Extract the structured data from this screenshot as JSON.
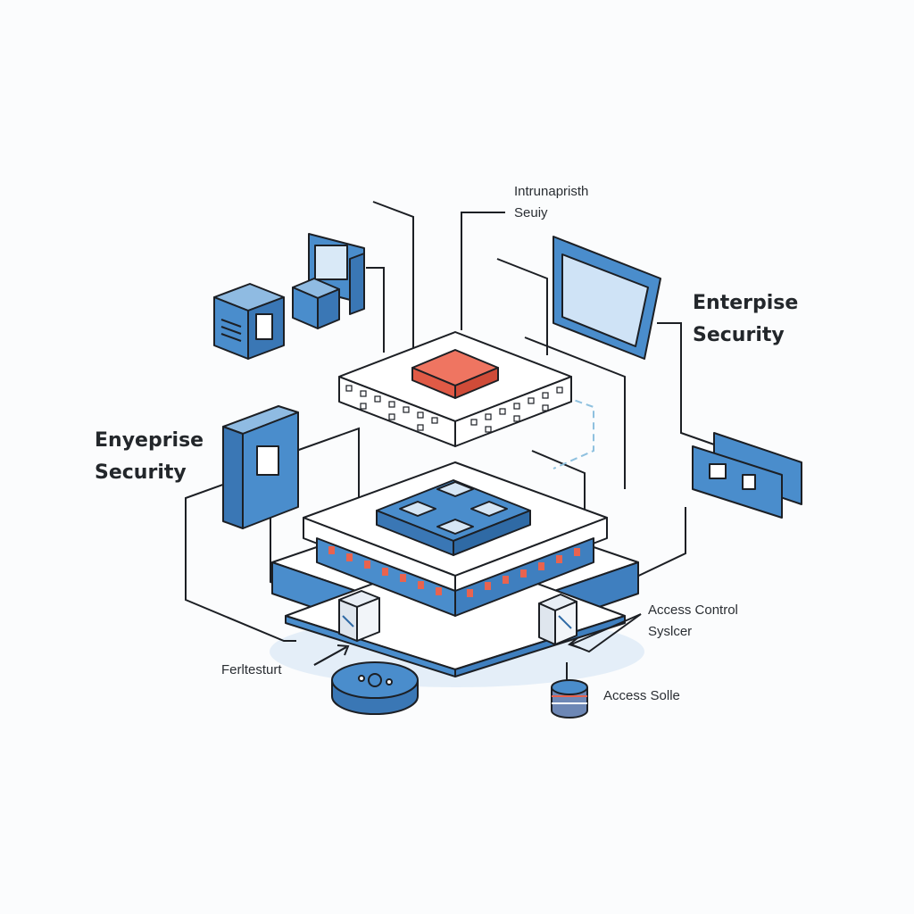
{
  "labels": {
    "top_center": "Intrunapristh\nSeuiy",
    "right_heading": "Enterpise\nSecurity",
    "left_heading": "Enyeprise\nSecurity",
    "right_access_control": "Access Control\nSyslcer",
    "bottom_left": "Ferltesturt",
    "bottom_right": "Access Solle"
  },
  "colors": {
    "blue": "#4a8dcc",
    "blue_light": "#cfe3f6",
    "red": "#e8634f",
    "line": "#1c1f24",
    "dashed": "#8fc1df"
  },
  "icons": [
    "server-box-icon",
    "workstation-icon",
    "monitor-icon",
    "wall-panel-icon",
    "card-reader-icon",
    "central-processor-icon",
    "database-icon",
    "network-hub-icon",
    "access-switch-icon"
  ]
}
